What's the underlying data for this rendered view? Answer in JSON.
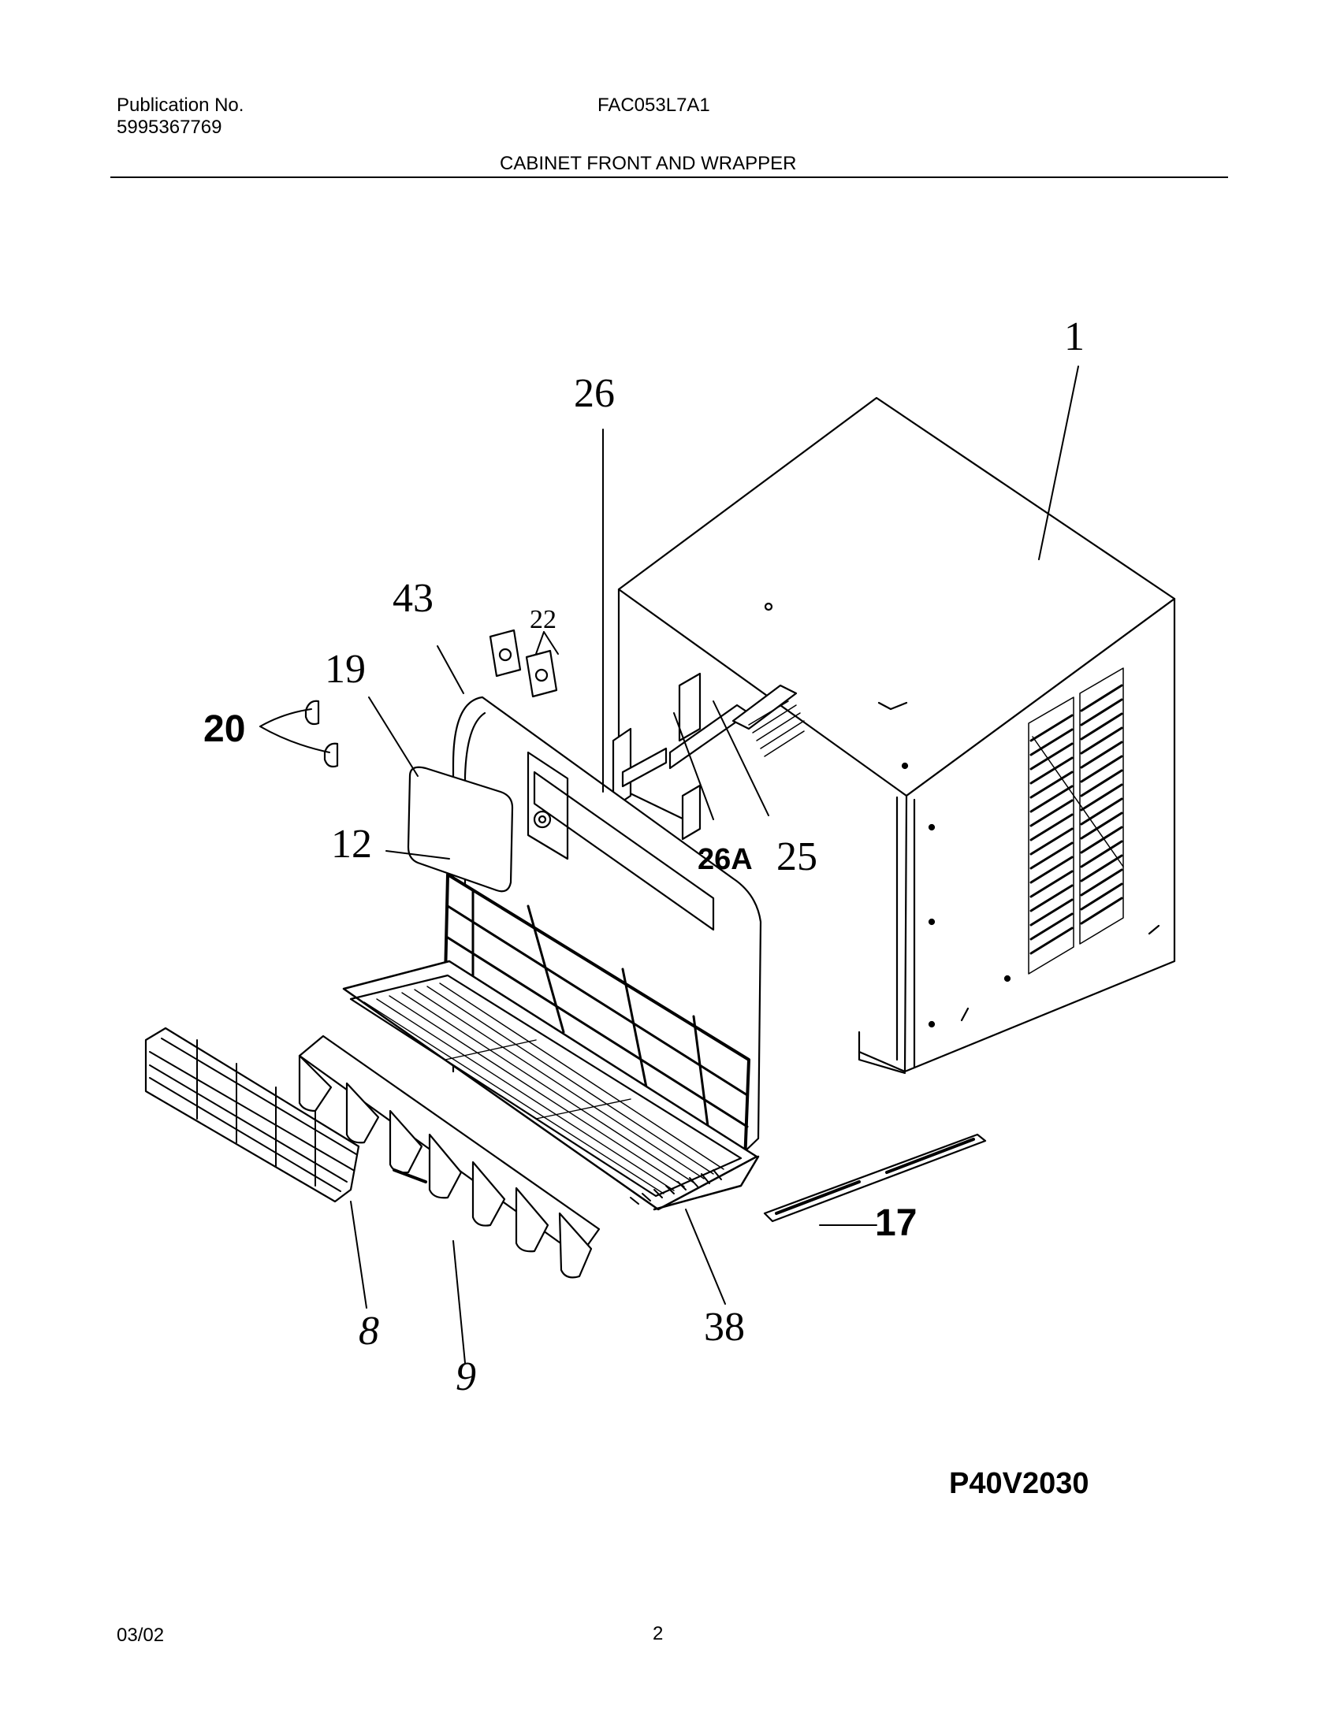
{
  "header": {
    "publication_label": "Publication No.",
    "publication_number": "5995367769",
    "model": "FAC053L7A1",
    "section_title": "CABINET FRONT AND WRAPPER"
  },
  "diagram": {
    "callouts": {
      "c1": "1",
      "c26": "26",
      "c43": "43",
      "c22": "22",
      "c19": "19",
      "c20": "20",
      "c12": "12",
      "c26a": "26A",
      "c25": "25",
      "c17": "17",
      "c8": "8",
      "c9": "9",
      "c38": "38"
    },
    "drawing_code": "P40V2030"
  },
  "footer": {
    "date": "03/02",
    "page_number": "2"
  }
}
